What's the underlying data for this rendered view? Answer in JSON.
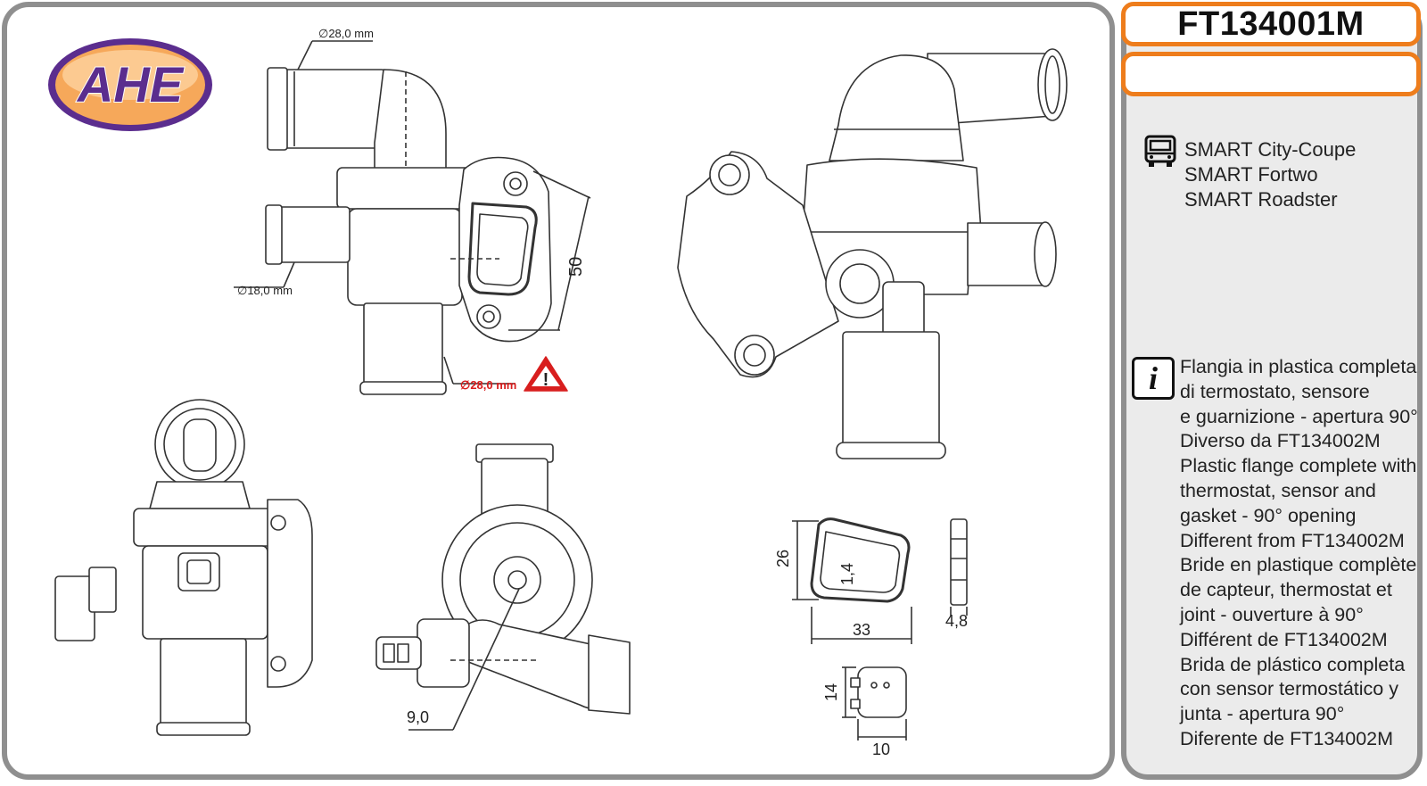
{
  "product": {
    "code": "FT134001M",
    "subtitle": ""
  },
  "brand": {
    "logo_text": "AHE"
  },
  "colors": {
    "accent": "#ee7d1c",
    "panel_border": "#8f8f8f",
    "panel_bg": "#ebebeb",
    "warning": "#d81e1e",
    "logo_fill": "#5b2d8e"
  },
  "vehicles": {
    "icon": "vehicle-icon",
    "items": [
      "SMART City-Coupe",
      "SMART Fortwo",
      "SMART Roadster"
    ]
  },
  "info": {
    "icon": "info-icon",
    "icon_glyph": "i",
    "lines": [
      "Flangia in plastica completa",
      "di termostato, sensore",
      "e guarnizione - apertura 90°",
      "Diverso da FT134002M",
      "Plastic flange complete with",
      "thermostat, sensor and",
      "gasket - 90° opening",
      "Different from FT134002M",
      "Bride en plastique complète",
      "de capteur, thermostat et",
      "joint  - ouverture à 90°",
      "Différent de FT134002M",
      "Brida de plástico completa",
      "con sensor termostático y",
      "junta - apertura 90°",
      "Diferente de FT134002M"
    ]
  },
  "dimensions": {
    "top_outlet_diameter": "∅28,0 mm",
    "side_outlet_diameter": "∅18,0 mm",
    "bottom_outlet_diameter": "∅28,0 mm",
    "flange_hole_spacing": "50",
    "bracket_offset": "9,0",
    "gasket_height": "26",
    "gasket_thickness_section": "1,4",
    "gasket_width": "33",
    "gasket_profile_thickness": "4,8",
    "connector_height": "14",
    "connector_width": "10"
  },
  "warning": {
    "icon": "warning-triangle-icon",
    "glyph": "!"
  }
}
